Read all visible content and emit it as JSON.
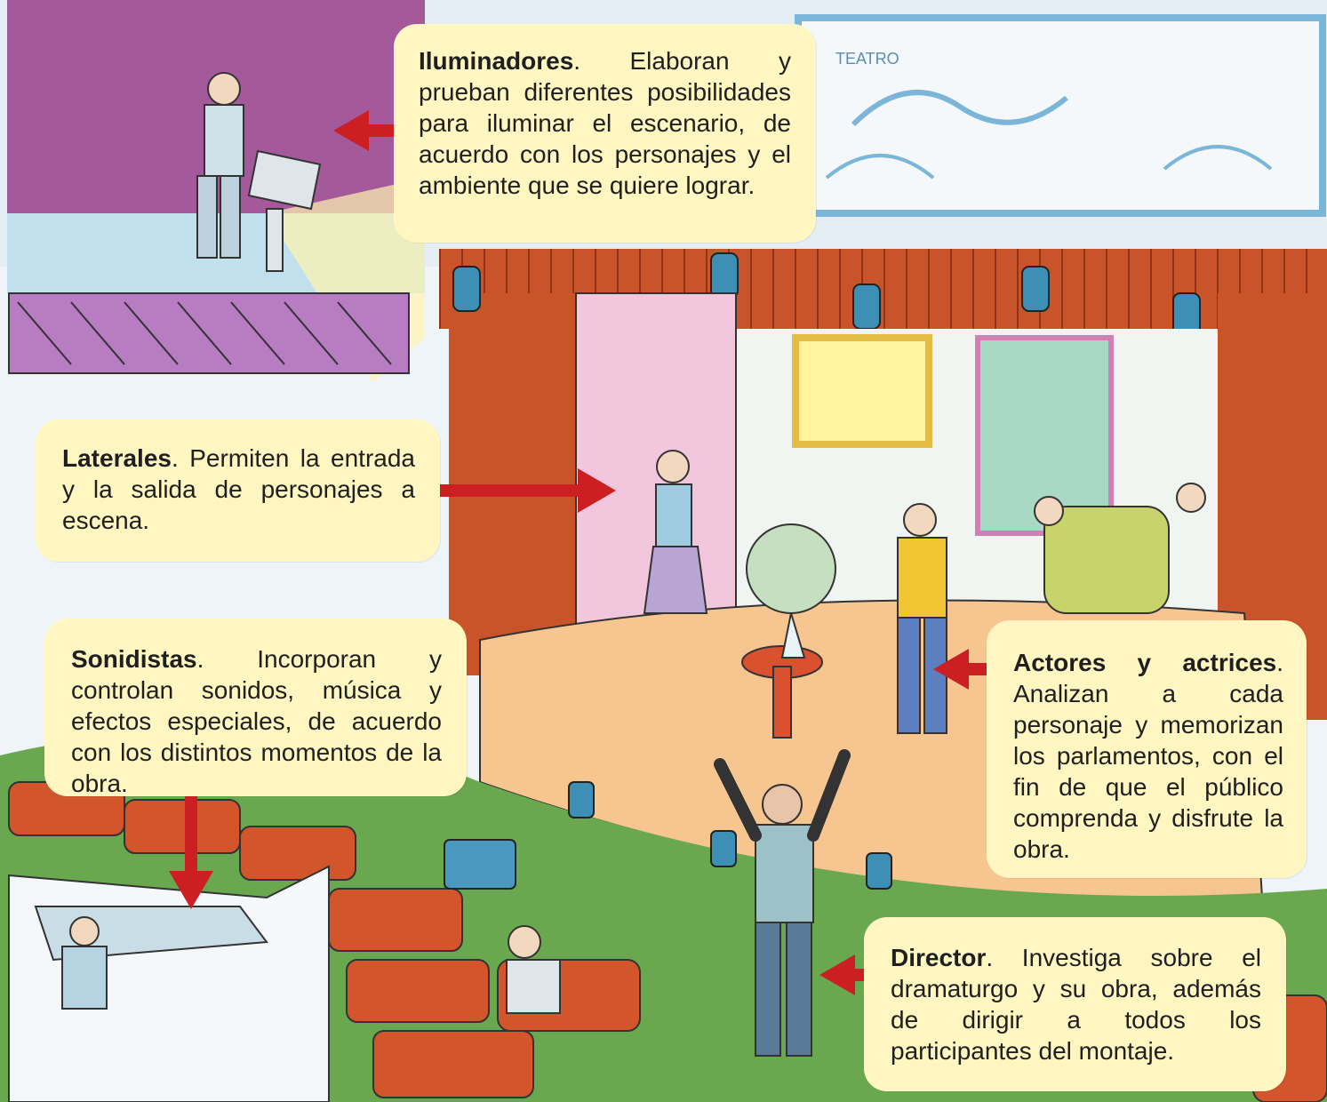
{
  "sign_text": "TEATRO",
  "callouts": {
    "iluminadores": {
      "title": "Iluminadores",
      "text": ". Elaboran y prueban diferentes posibilidades para iluminar el escenario, de acuerdo con los personajes y el ambiente que se quiere lograr."
    },
    "laterales": {
      "title": "Laterales",
      "text": ". Permiten la entrada y la salida de personajes a escena."
    },
    "sonidistas": {
      "title": "Sonidistas",
      "text": ". Incorporan y controlan sonidos, música y efectos especiales, de acuerdo con los distintos momentos de la obra."
    },
    "actores": {
      "title": "Actores y actrices",
      "text": ". Analizan a cada personaje y memorizan los parlamentos, con el fin de que el público comprenda y disfrute la obra."
    },
    "director": {
      "title": "Director",
      "text": ". Investiga sobre el dramaturgo y su obra, además de dirigir a todos los participantes del montaje."
    }
  },
  "colors": {
    "callout_bg": "#fff6c2",
    "arrow": "#cc1f24",
    "curtain": "#c9542a",
    "stage_floor": "#f7c58f",
    "grass": "#6aa84f",
    "seats": "#d2552b",
    "lighting_wall": "#a45a9a"
  }
}
